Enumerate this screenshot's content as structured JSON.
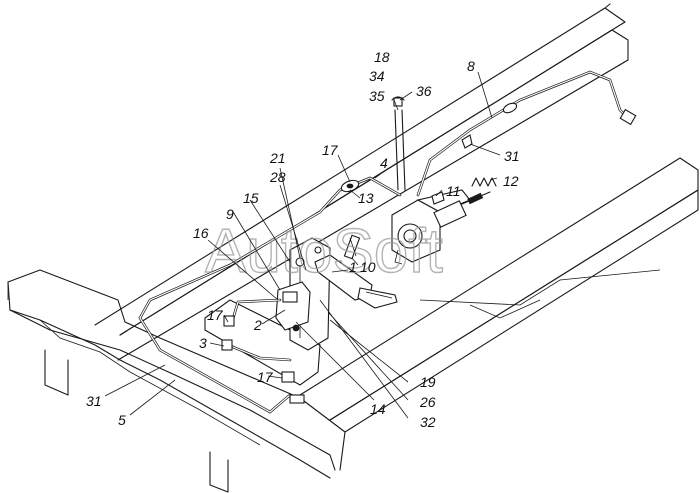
{
  "watermark": "AutoSoft",
  "callouts": {
    "c1": "1",
    "c2": "2",
    "c3": "3",
    "c4": "4",
    "c5": "5",
    "c8": "8",
    "c9": "9",
    "c10": "10",
    "c11": "11",
    "c12": "12",
    "c13": "13",
    "c14": "14",
    "c15": "15",
    "c16": "16",
    "c17a": "17",
    "c17b": "17",
    "c17c": "17",
    "c18": "18",
    "c19": "19",
    "c21": "21",
    "c26": "26",
    "c28": "28",
    "c31a": "31",
    "c31b": "31",
    "c32": "32",
    "c34": "34",
    "c35": "35",
    "c36": "36"
  }
}
